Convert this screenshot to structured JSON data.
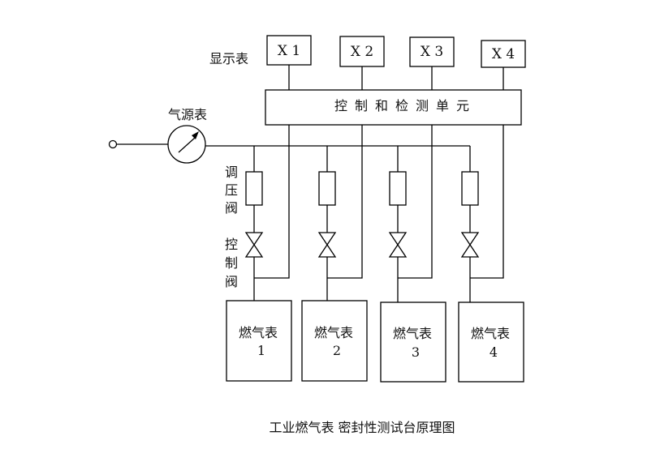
{
  "labels": {
    "display_meter": "显示表",
    "source_gauge": "气源表",
    "regulator_valve": [
      "调",
      "压",
      "阀"
    ],
    "control_valve": [
      "控",
      "制",
      "阀"
    ],
    "control_unit": "控制和检测单元",
    "caption": "工业燃气表 密封性测试台原理图"
  },
  "displays": [
    "X 1",
    "X 2",
    "X 3",
    "X 4"
  ],
  "meters": [
    {
      "name": "燃气表",
      "num": "1"
    },
    {
      "name": "燃气表",
      "num": "2"
    },
    {
      "name": "燃气表",
      "num": "3"
    },
    {
      "name": "燃气表",
      "num": "4"
    }
  ]
}
